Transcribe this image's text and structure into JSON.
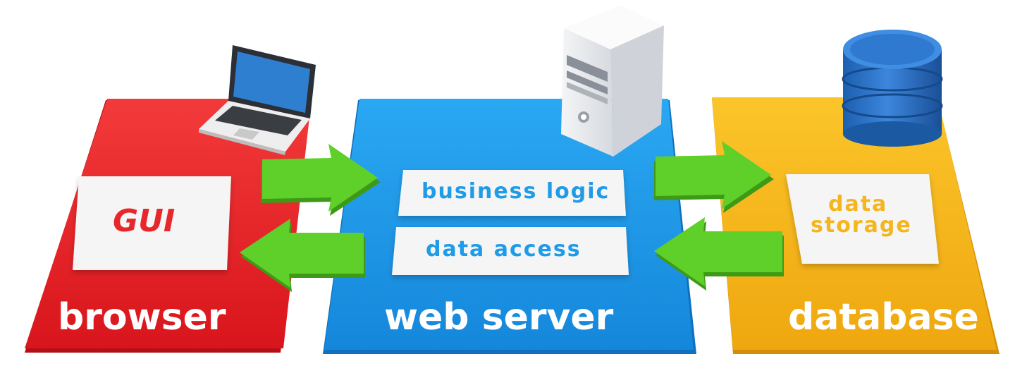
{
  "tiers": [
    {
      "name": "browser",
      "inner": "GUI",
      "color": "#e8272b"
    },
    {
      "name": "web server",
      "inner_items": [
        "business logic",
        "data access"
      ],
      "color": "#1f9be8"
    },
    {
      "name": "database",
      "inner": "data\nstorage",
      "color": "#f5b51c"
    }
  ],
  "labels": {
    "browser": "browser",
    "gui": "GUI",
    "web_server": "web server",
    "business_logic": "business logic",
    "data_access": "data access",
    "database": "database",
    "data_storage_line1": "data",
    "data_storage_line2": "storage"
  },
  "colors": {
    "arrow": "#5ccf28",
    "browser_text": "#e8272b",
    "server_text": "#1f9be8",
    "db_text": "#f5b51c"
  },
  "icons": [
    "laptop-icon",
    "server-tower-icon",
    "database-cylinder-icon",
    "arrow-right-icon",
    "arrow-left-icon"
  ]
}
